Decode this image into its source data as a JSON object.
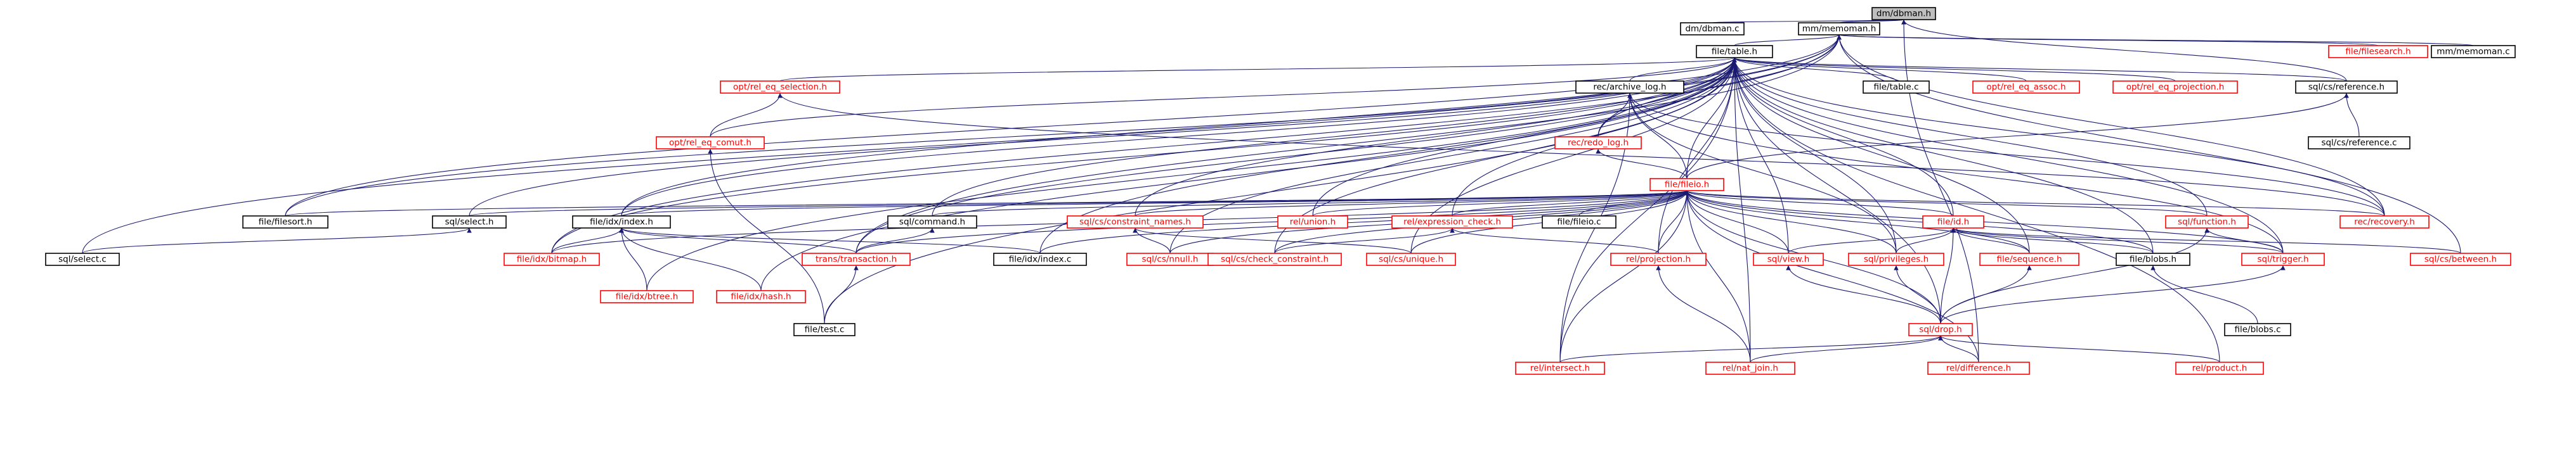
{
  "graph": {
    "colors": {
      "edge": "#191970",
      "focus_fill": "#bfbfbf",
      "link_text": "#000000",
      "incomplete_text": "#ff0000",
      "border": "#000000"
    },
    "nodes": {
      "dm_dbman_h": {
        "label": "dm/dbman.h",
        "style": "focus"
      },
      "dm_dbman_c": {
        "label": "dm/dbman.c",
        "style": "black"
      },
      "mm_memoman_h": {
        "label": "mm/memoman.h",
        "style": "black"
      },
      "file_table_h": {
        "label": "file/table.h",
        "style": "black"
      },
      "file_filesearch_h": {
        "label": "file/filesearch.h",
        "style": "red"
      },
      "mm_memoman_c": {
        "label": "mm/memoman.c",
        "style": "black"
      },
      "opt_rel_eq_selection_h": {
        "label": "opt/rel_eq_selection.h",
        "style": "red"
      },
      "rec_archive_log_h": {
        "label": "rec/archive_log.h",
        "style": "black"
      },
      "file_table_c": {
        "label": "file/table.c",
        "style": "black"
      },
      "opt_rel_eq_assoc_h": {
        "label": "opt/rel_eq_assoc.h",
        "style": "red"
      },
      "opt_rel_eq_projection_h": {
        "label": "opt/rel_eq_projection.h",
        "style": "red"
      },
      "sql_cs_reference_h": {
        "label": "sql/cs/reference.h",
        "style": "black"
      },
      "sql_cs_reference_c": {
        "label": "sql/cs/reference.c",
        "style": "black"
      },
      "opt_rel_eq_comut_h": {
        "label": "opt/rel_eq_comut.h",
        "style": "red"
      },
      "rec_redo_log_h": {
        "label": "rec/redo_log.h",
        "style": "red"
      },
      "file_fileio_h": {
        "label": "file/fileio.h",
        "style": "red"
      },
      "file_filesort_h": {
        "label": "file/filesort.h",
        "style": "black"
      },
      "sql_select_h": {
        "label": "sql/select.h",
        "style": "black"
      },
      "file_idx_index_h": {
        "label": "file/idx/index.h",
        "style": "black"
      },
      "sql_command_h": {
        "label": "sql/command.h",
        "style": "black"
      },
      "sql_cs_constraint_names_h": {
        "label": "sql/cs/constraint_names.h",
        "style": "red"
      },
      "rel_union_h": {
        "label": "rel/union.h",
        "style": "red"
      },
      "rel_expression_check_h": {
        "label": "rel/expression_check.h",
        "style": "red"
      },
      "file_fileio_c": {
        "label": "file/fileio.c",
        "style": "black"
      },
      "file_id_h": {
        "label": "file/id.h",
        "style": "red"
      },
      "sql_function_h": {
        "label": "sql/function.h",
        "style": "red"
      },
      "rec_recovery_h": {
        "label": "rec/recovery.h",
        "style": "red"
      },
      "sql_select_c": {
        "label": "sql/select.c",
        "style": "black"
      },
      "file_idx_bitmap_h": {
        "label": "file/idx/bitmap.h",
        "style": "red"
      },
      "file_idx_btree_h": {
        "label": "file/idx/btree.h",
        "style": "red"
      },
      "file_idx_hash_h": {
        "label": "file/idx/hash.h",
        "style": "red"
      },
      "trans_transaction_h": {
        "label": "trans/transaction.h",
        "style": "red"
      },
      "file_idx_index_c": {
        "label": "file/idx/index.c",
        "style": "black"
      },
      "sql_cs_nnull_h": {
        "label": "sql/cs/nnull.h",
        "style": "red"
      },
      "sql_cs_check_constraint_h": {
        "label": "sql/cs/check_constraint.h",
        "style": "red"
      },
      "sql_cs_unique_h": {
        "label": "sql/cs/unique.h",
        "style": "red"
      },
      "rel_projection_h": {
        "label": "rel/projection.h",
        "style": "red"
      },
      "sql_view_h": {
        "label": "sql/view.h",
        "style": "red"
      },
      "sql_privileges_h": {
        "label": "sql/privileges.h",
        "style": "red"
      },
      "file_sequence_h": {
        "label": "file/sequence.h",
        "style": "red"
      },
      "file_blobs_h": {
        "label": "file/blobs.h",
        "style": "black"
      },
      "sql_trigger_h": {
        "label": "sql/trigger.h",
        "style": "red"
      },
      "sql_cs_between_h": {
        "label": "sql/cs/between.h",
        "style": "red"
      },
      "file_test_c": {
        "label": "file/test.c",
        "style": "black"
      },
      "sql_drop_h": {
        "label": "sql/drop.h",
        "style": "red"
      },
      "file_blobs_c": {
        "label": "file/blobs.c",
        "style": "black"
      },
      "rel_intersect_h": {
        "label": "rel/intersect.h",
        "style": "red"
      },
      "rel_nat_join_h": {
        "label": "rel/nat_join.h",
        "style": "red"
      },
      "rel_difference_h": {
        "label": "rel/difference.h",
        "style": "red"
      },
      "rel_product_h": {
        "label": "rel/product.h",
        "style": "red"
      }
    }
  }
}
